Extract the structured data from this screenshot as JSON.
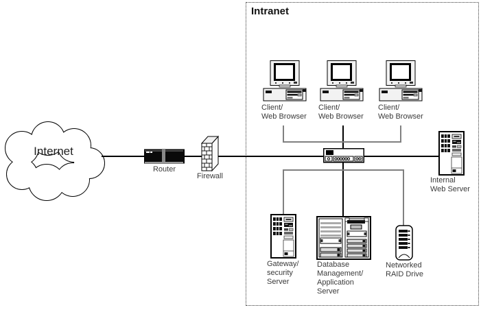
{
  "title": "Intranet",
  "internet": {
    "label": "Internet"
  },
  "router": {
    "label": "Router"
  },
  "firewall": {
    "label": "Firewall"
  },
  "clients": [
    {
      "lines": [
        "Client/",
        "Web Browser"
      ]
    },
    {
      "lines": [
        "Client/",
        "Web Browser"
      ]
    },
    {
      "lines": [
        "Client/",
        "Web Browser"
      ]
    }
  ],
  "internal_web_server": {
    "lines": [
      "Internal",
      "Web Server"
    ]
  },
  "gateway_server": {
    "lines": [
      "Gateway/",
      "security",
      "Server"
    ]
  },
  "database_server": {
    "lines": [
      "Database",
      "Management/",
      "Application",
      "Server"
    ]
  },
  "raid_drive": {
    "lines": [
      "Networked",
      "RAID Drive"
    ]
  },
  "colors": {
    "main_line": "#000000",
    "bracket_line": "#808080",
    "label_text": "#3a3a3a",
    "background": "#ffffff"
  }
}
